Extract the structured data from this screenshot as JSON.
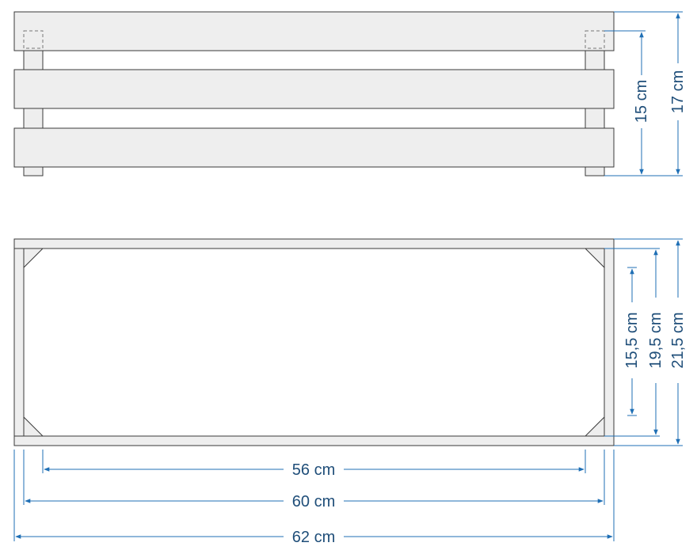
{
  "colors": {
    "board_fill": "#eeeeee",
    "outline": "#3a3a3a",
    "dimension": "#1f6fb5",
    "label": "#1f4e79",
    "hidden_line": "#777777"
  },
  "front_view": {
    "dim_inner_height": "15 cm",
    "dim_total_height": "17 cm"
  },
  "top_view": {
    "dim_inner_depth": "15,5 cm",
    "dim_mid_depth": "19,5 cm",
    "dim_total_depth": "21,5 cm",
    "dim_inner_width": "56 cm",
    "dim_mid_width": "60 cm",
    "dim_total_width": "62 cm"
  }
}
